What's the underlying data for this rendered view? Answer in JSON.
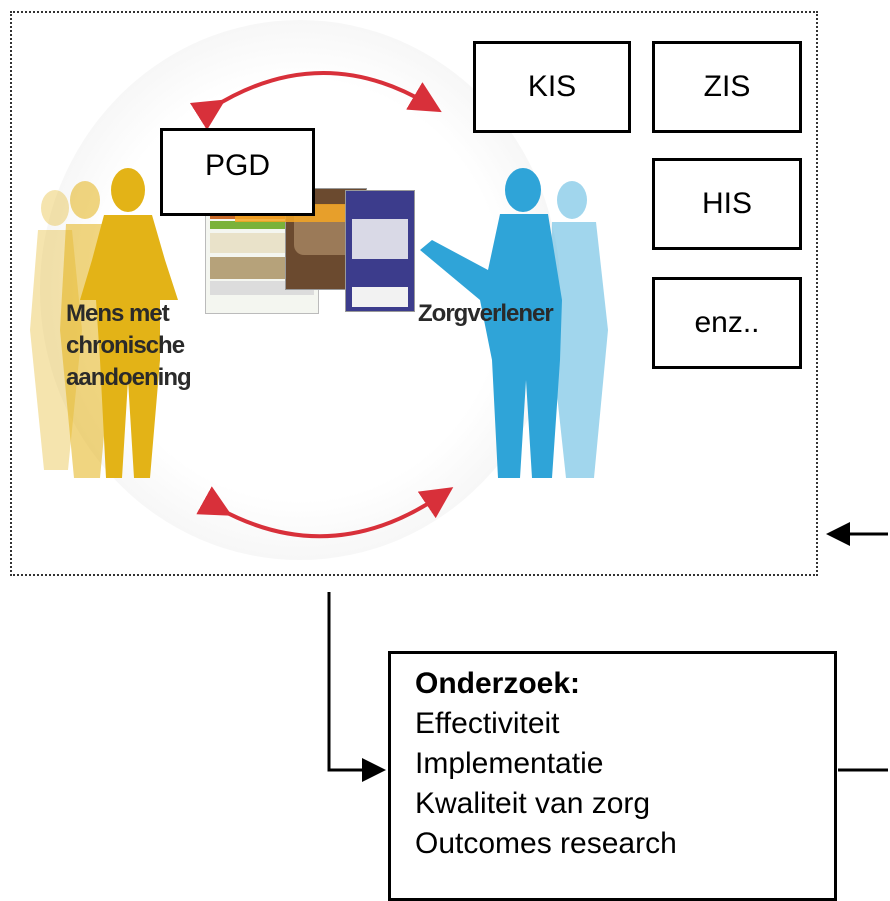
{
  "systems": {
    "kis": "KIS",
    "zis": "ZIS",
    "his": "HIS",
    "enz": "enz..",
    "pgd": "PGD"
  },
  "people": {
    "patient_line1": "Mens met",
    "patient_line2": "chronische",
    "patient_line3": "aandoening",
    "provider": "Zorgverlener"
  },
  "research": {
    "title": "Onderzoek:",
    "items": [
      "Effectiviteit",
      "Implementatie",
      "Kwaliteit van zorg",
      "Outcomes research"
    ]
  },
  "colors": {
    "patient": "#e3b317",
    "provider": "#2fa4d8",
    "arrows": "#d8303a"
  }
}
